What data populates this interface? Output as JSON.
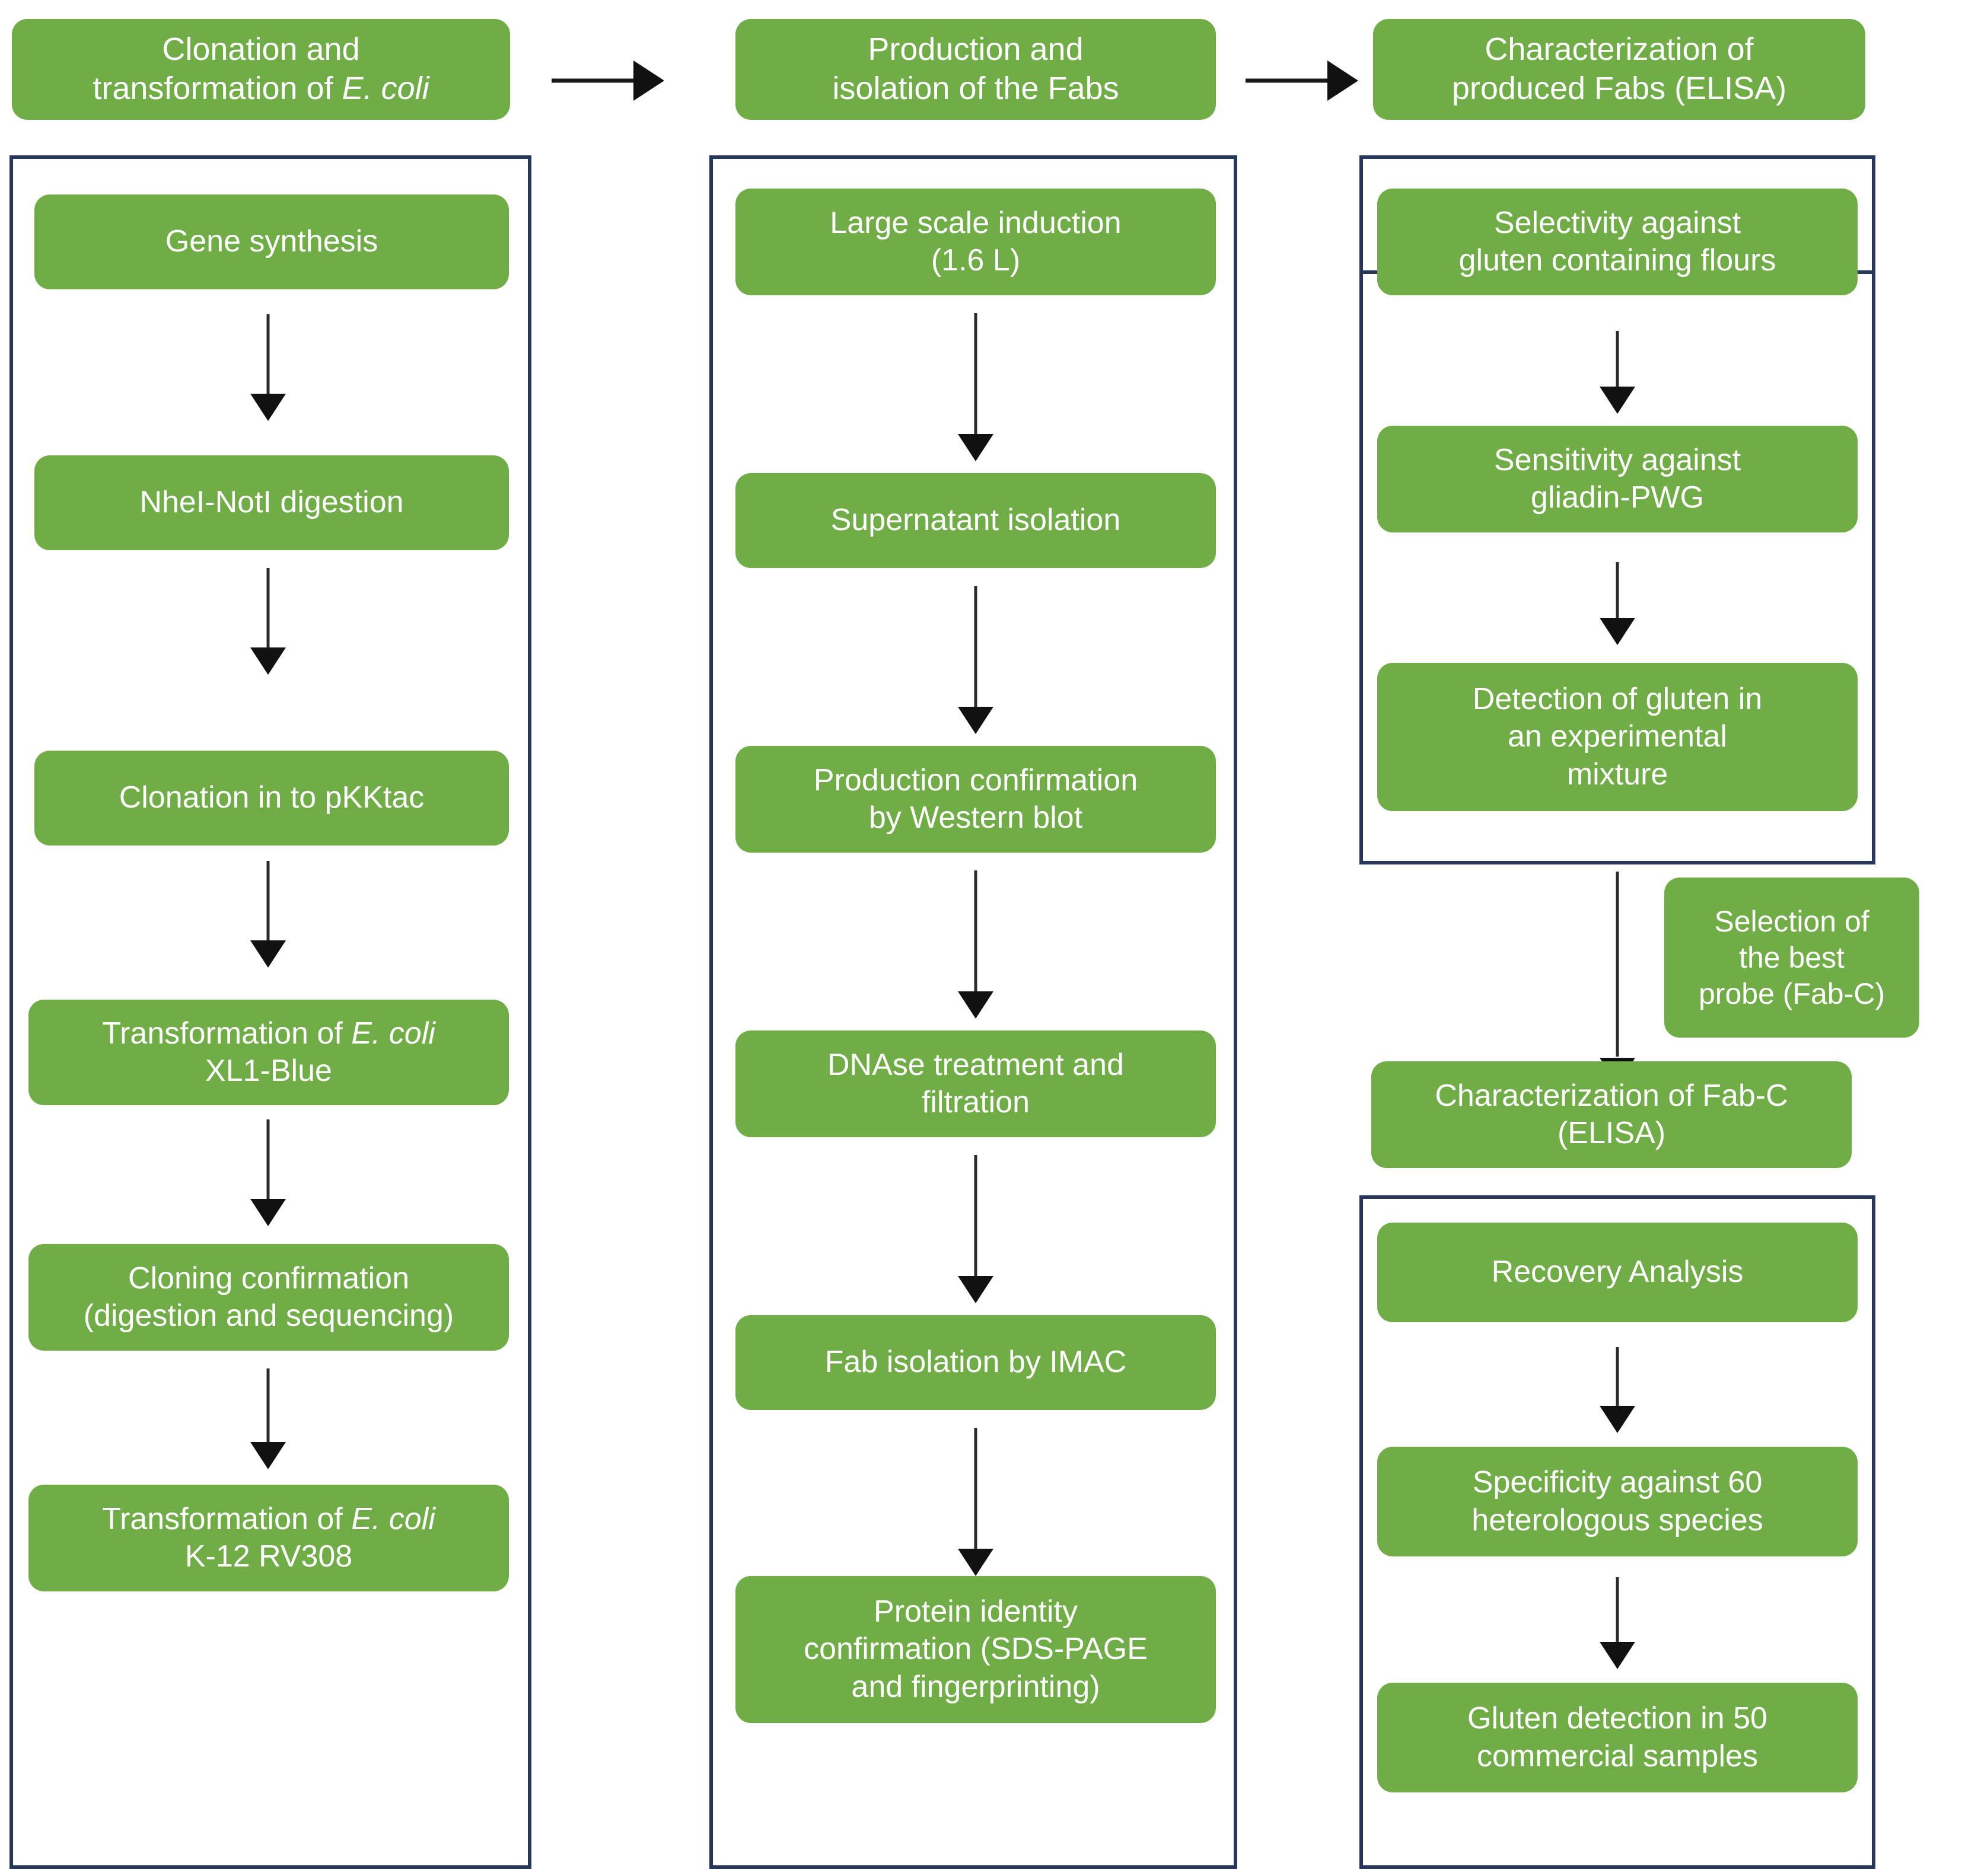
{
  "diagram": {
    "title": "Fab production and gluten detection workflow",
    "colors": {
      "box_fill": "#70AD47",
      "box_text": "#FFFFFF",
      "group_border": "#27375C",
      "arrow": "#111111",
      "background": "#FFFFFF"
    },
    "stages": [
      {
        "id": "stage-1",
        "header": "Clonation and\ntransformation of E. coli",
        "header_italic_part": "E. coli",
        "steps": [
          {
            "label": "Gene synthesis"
          },
          {
            "label": "NheI-NotI digestion"
          },
          {
            "label": "Clonation in to pKKtac"
          },
          {
            "label": "Transformation of E. coli\nXL1-Blue",
            "italic_part": "E. coli"
          },
          {
            "label": "Cloning confirmation\n(digestion and sequencing)"
          },
          {
            "label": "Transformation of E. coli\nK-12 RV308",
            "italic_part": "E. coli"
          }
        ]
      },
      {
        "id": "stage-2",
        "header": "Production and\nisolation of the Fabs",
        "steps": [
          {
            "label": "Large scale induction\n(1.6 L)"
          },
          {
            "label": "Supernatant isolation"
          },
          {
            "label": "Production confirmation\nby Western blot"
          },
          {
            "label": "DNAse treatment and\nfiltration"
          },
          {
            "label": "Fab isolation by IMAC"
          },
          {
            "label": "Protein identity\nconfirmation (SDS-PAGE\nand fingerprinting)"
          }
        ]
      },
      {
        "id": "stage-3",
        "header": "Characterization of\nproduced Fabs (ELISA)",
        "steps": [
          {
            "label": "Selectivity against\ngluten containing flours"
          },
          {
            "label": "Sensitivity against\ngliadin-PWG"
          },
          {
            "label": "Detection of gluten in\nan experimental\nmixture"
          }
        ],
        "callout": "Selection of\nthe best\nprobe (Fab-C)",
        "subheader": "Characterization of Fab-C\n(ELISA)",
        "substeps": [
          {
            "label": "Recovery Analysis"
          },
          {
            "label": "Specificity against 60\nheterologous species"
          },
          {
            "label": "Gluten detection in 50\ncommercial samples"
          }
        ]
      }
    ]
  }
}
